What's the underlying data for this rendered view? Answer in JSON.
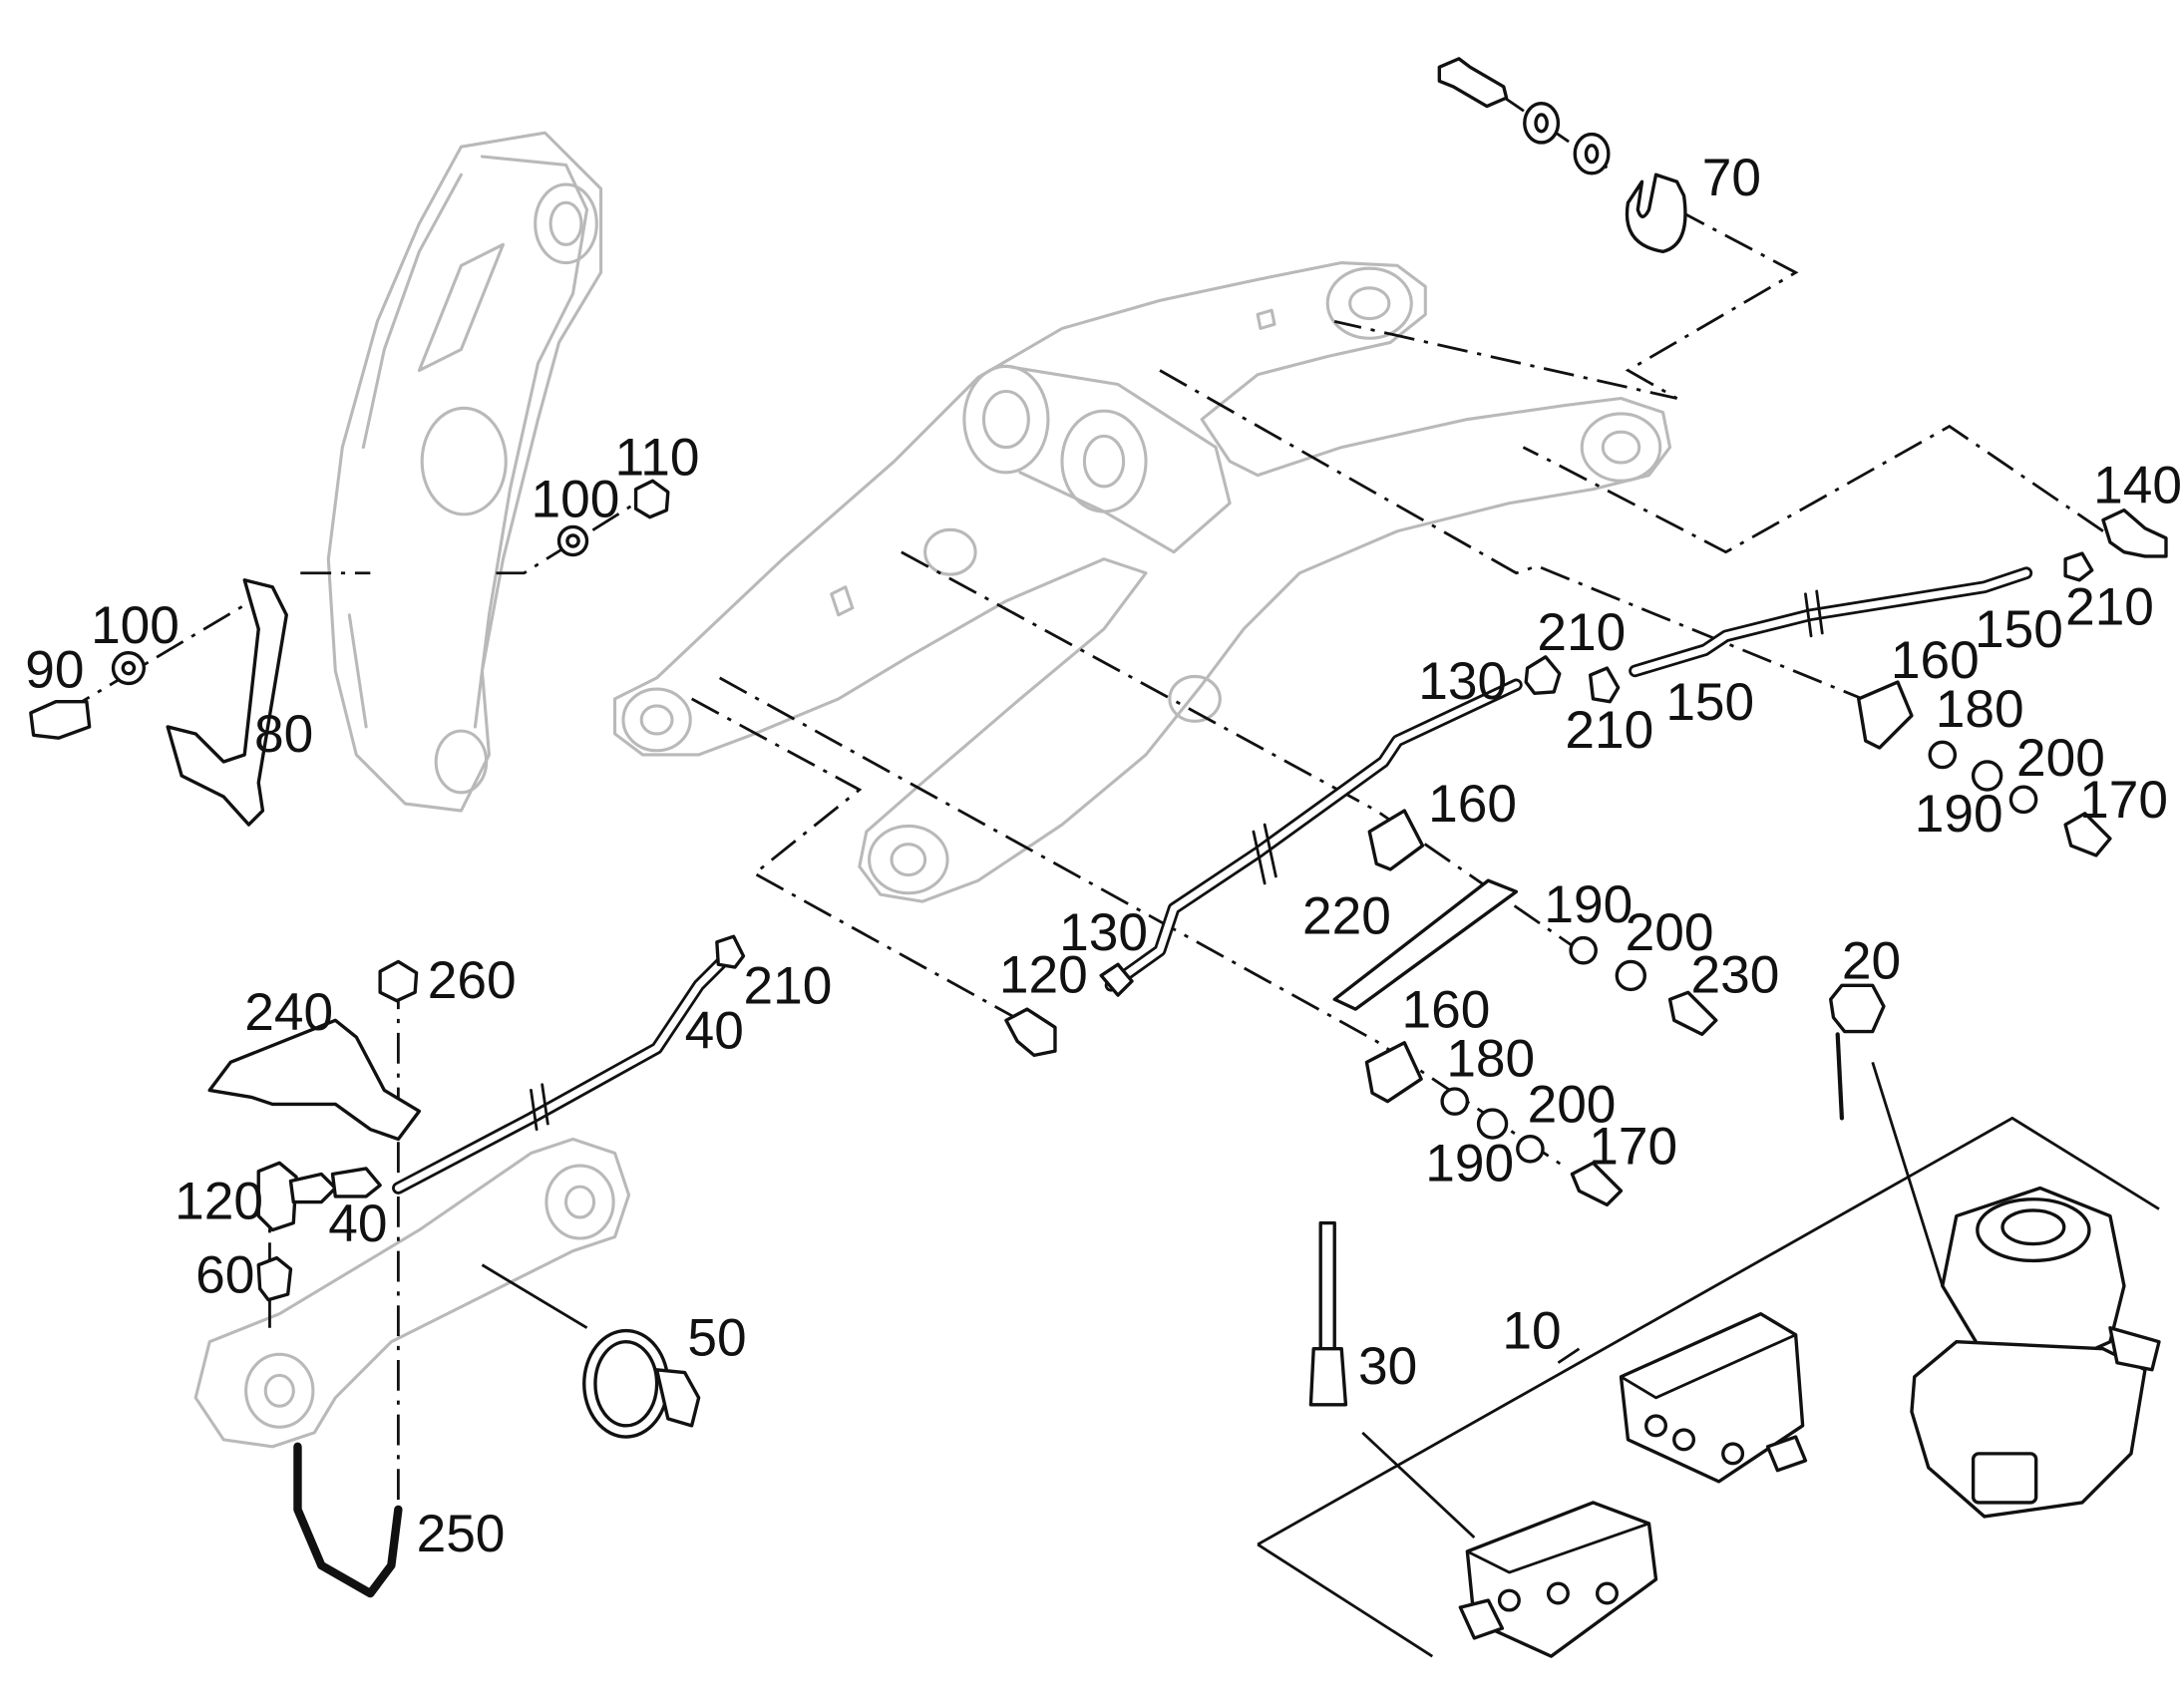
{
  "colors": {
    "line": "#111111",
    "ghost": "#b9b9b9",
    "background": "#ffffff"
  },
  "callouts": [
    {
      "id": "c10",
      "text": "10"
    },
    {
      "id": "c20",
      "text": "20"
    },
    {
      "id": "c30",
      "text": "30"
    },
    {
      "id": "c40a",
      "text": "40"
    },
    {
      "id": "c40b",
      "text": "40"
    },
    {
      "id": "c50",
      "text": "50"
    },
    {
      "id": "c60",
      "text": "60"
    },
    {
      "id": "c70",
      "text": "70"
    },
    {
      "id": "c80",
      "text": "80"
    },
    {
      "id": "c90",
      "text": "90"
    },
    {
      "id": "c100a",
      "text": "100"
    },
    {
      "id": "c100b",
      "text": "100"
    },
    {
      "id": "c110",
      "text": "110"
    },
    {
      "id": "c120a",
      "text": "120"
    },
    {
      "id": "c120b",
      "text": "120"
    },
    {
      "id": "c130a",
      "text": "130"
    },
    {
      "id": "c130b",
      "text": "130"
    },
    {
      "id": "c140",
      "text": "140"
    },
    {
      "id": "c150a",
      "text": "150"
    },
    {
      "id": "c150b",
      "text": "150"
    },
    {
      "id": "c160a",
      "text": "160"
    },
    {
      "id": "c160b",
      "text": "160"
    },
    {
      "id": "c160c",
      "text": "160"
    },
    {
      "id": "c170a",
      "text": "170"
    },
    {
      "id": "c170b",
      "text": "170"
    },
    {
      "id": "c180a",
      "text": "180"
    },
    {
      "id": "c180b",
      "text": "180"
    },
    {
      "id": "c190a",
      "text": "190"
    },
    {
      "id": "c190b",
      "text": "190"
    },
    {
      "id": "c190c",
      "text": "190"
    },
    {
      "id": "c200a",
      "text": "200"
    },
    {
      "id": "c200b",
      "text": "200"
    },
    {
      "id": "c200c",
      "text": "200"
    },
    {
      "id": "c210a",
      "text": "210"
    },
    {
      "id": "c210b",
      "text": "210"
    },
    {
      "id": "c210c",
      "text": "210"
    },
    {
      "id": "c210d",
      "text": "210"
    },
    {
      "id": "c220",
      "text": "220"
    },
    {
      "id": "c230",
      "text": "230"
    },
    {
      "id": "c240",
      "text": "240"
    },
    {
      "id": "c250",
      "text": "250"
    },
    {
      "id": "c260",
      "text": "260"
    }
  ]
}
